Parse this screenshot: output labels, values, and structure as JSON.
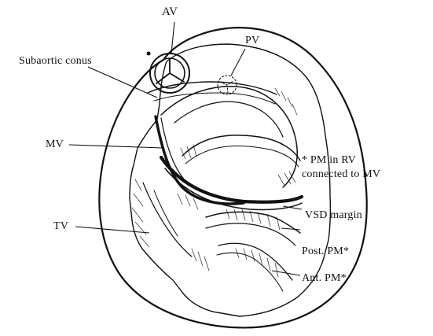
{
  "labels": {
    "av": "AV",
    "pv": "PV",
    "subaortic_conus": "Subaortic conus",
    "mv": "MV",
    "pm_in_rv_line1": "* PM in RV",
    "pm_in_rv_line2": "connected to MV",
    "vsd_margin": "VSD margin",
    "tv": "TV",
    "post_pm": "Post. PM*",
    "ant_pm": "Ant. PM*"
  },
  "colors": {
    "ink": "#111111",
    "paper": "#ffffff"
  }
}
